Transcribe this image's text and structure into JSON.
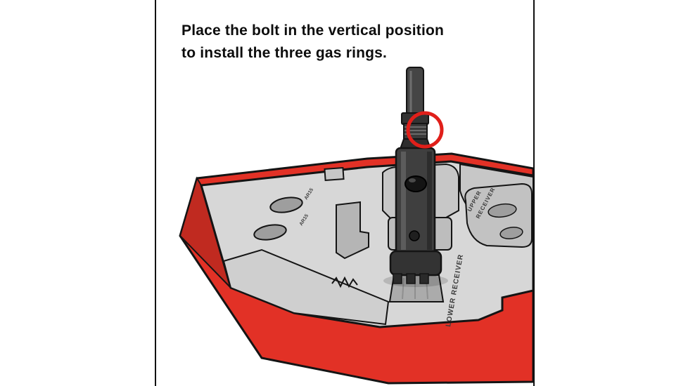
{
  "instruction": {
    "line1": "Place the bolt in the vertical position",
    "line2": "to install the three gas rings."
  },
  "engravings": {
    "lower_receiver": "LOWER RECEIVER",
    "upper_receiver_word1": "UPPER",
    "upper_receiver_word2": "RECEIVER",
    "stamp_small_1": "AR15",
    "stamp_small_2": "AR15"
  },
  "colors": {
    "block_red": "#e23126",
    "block_red_dark": "#c02a20",
    "deck_gray": "#d7d7d7",
    "fixture_gray": "#c7c7c7",
    "recess_gray": "#9e9e9e",
    "outline_black": "#141414",
    "bolt_gray": "#3f3f3f",
    "highlight_red": "#e01f1a",
    "text_black": "#0d0d0d"
  }
}
